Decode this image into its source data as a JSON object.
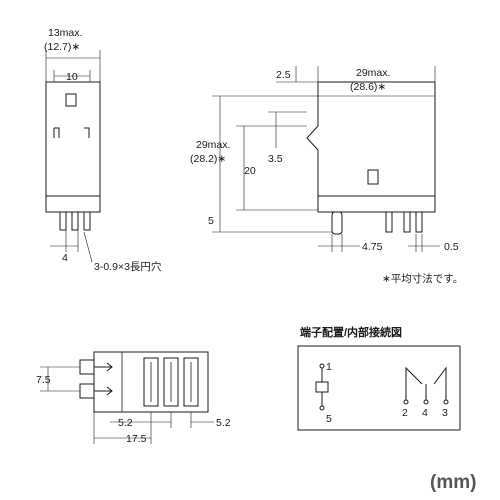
{
  "front_view": {
    "width_max": "13max.",
    "width_avg": "(12.7)∗",
    "inner_width": "10",
    "pin_offset": "4",
    "hole_note": "3-0.9×3長円穴"
  },
  "side_view": {
    "offset_left": "2.5",
    "length_max": "29max.",
    "length_avg": "(28.6)∗",
    "height_max": "29max.",
    "height_avg": "(28.2)∗",
    "dim_20": "20",
    "dim_3_5": "3.5",
    "dim_5": "5",
    "dim_4_75": "4.75",
    "dim_0_5": "0.5",
    "avg_note": "∗平均寸法です。"
  },
  "bottom_view": {
    "dim_7_5": "7.5",
    "dim_5_2_left": "5.2",
    "dim_5_2_right": "5.2",
    "dim_17_5": "17.5"
  },
  "connection": {
    "title": "端子配置/内部接続図",
    "pin_1": "1",
    "pin_5": "5",
    "pin_2": "2",
    "pin_4": "4",
    "pin_3": "3"
  },
  "unit": "(mm)"
}
